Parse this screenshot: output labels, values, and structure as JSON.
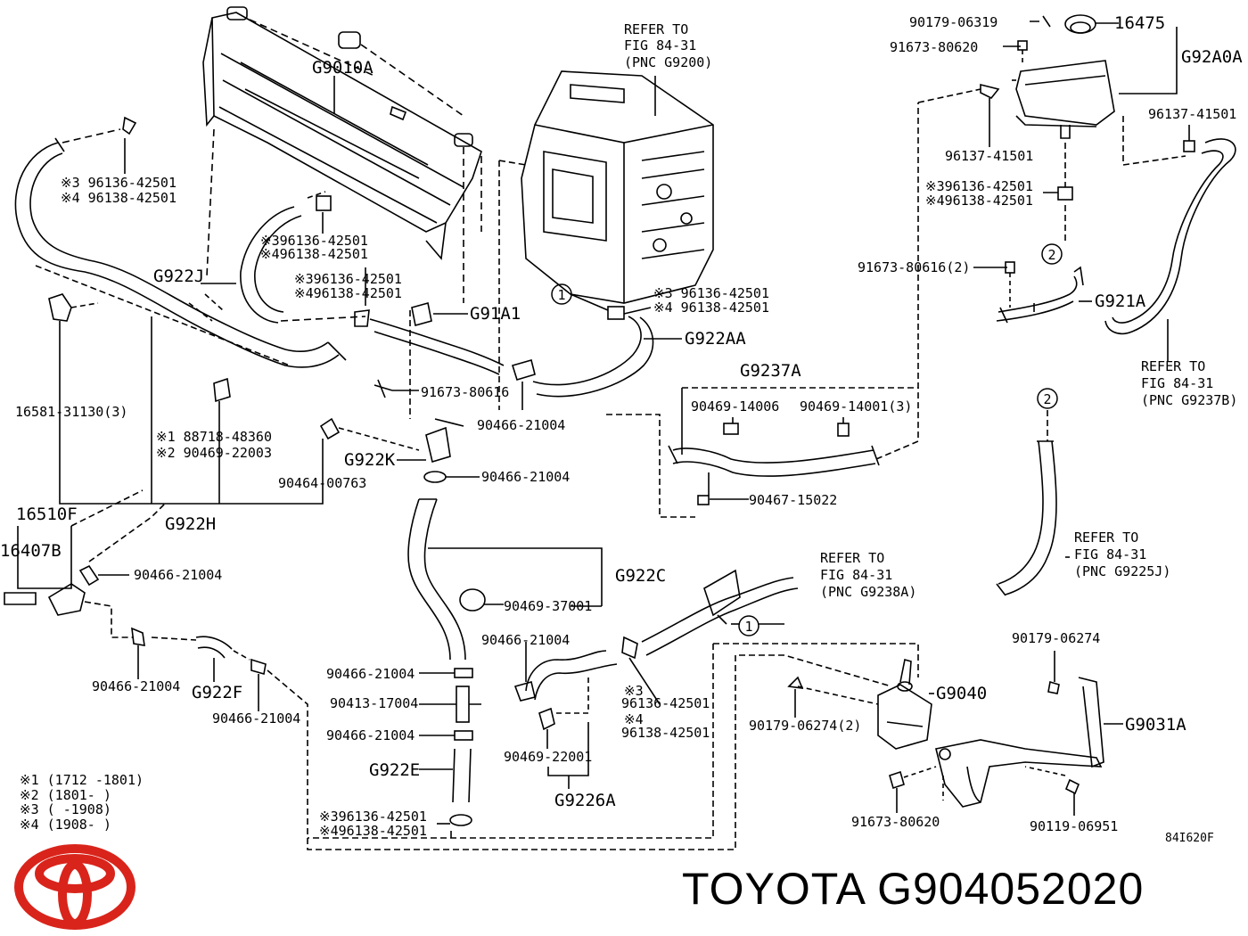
{
  "footer": {
    "title": "TOYOTA G904052020",
    "brand_logo_icon": "toyota-logo-icon",
    "illustration_code": "84I620F"
  },
  "notes": [
    "※1 (1712  -1801)",
    "※2 (1801-      )",
    "※3 (       -1908)",
    "※4 (1908-      )"
  ],
  "callouts": {
    "c1": "1",
    "c2": "2"
  },
  "labels": {
    "p90179_06319": "90179-06319",
    "p16475": "16475",
    "p91673_80620_top": "91673-80620",
    "pG92A0A": "G92A0A",
    "p96137_41501_right": "96137-41501",
    "p96137_41501_center": "96137-41501",
    "p96136_tank_a": "※396136-42501",
    "p96138_tank_b": "※496138-42501",
    "p91673_80616_2": "91673-80616(2)",
    "pG921A": "G921A",
    "refer_9237b_1": "REFER TO",
    "refer_9237b_2": "FIG 84-31",
    "refer_9237b_3": "(PNC G9237B)",
    "refer_9200_1": "REFER TO",
    "refer_9200_2": "FIG 84-31",
    "refer_9200_3": "(PNC G9200)",
    "pG9010A": "G9010A",
    "p96136_left_a": "※3 96136-42501",
    "p96138_left_b": "※4 96138-42501",
    "p96136_mid_a": "※396136-42501",
    "p96138_mid_b": "※496138-42501",
    "pG922J": "G922J",
    "p96136_g91_a": "※396136-42501",
    "p96138_g91_b": "※496138-42501",
    "pG91A1": "G91A1",
    "p96136_inv_a": "※3 96136-42501",
    "p96138_inv_b": "※4 96138-42501",
    "pG922AA": "G922AA",
    "p91673_80616": "91673-80616",
    "pG9237A": "G9237A",
    "p90469_14006": "90469-14006",
    "p90469_14001_3": "90469-14001(3)",
    "p16581_31130_3": "16581-31130(3)",
    "p88718_48360": "※1 88718-48360",
    "p90469_22003": "※2 90469-22003",
    "p90466_21004_a": "90466-21004",
    "pG922K": "G922K",
    "p90466_21004_b": "90466-21004",
    "p90464_00763": "90464-00763",
    "p90467_15022": "90467-15022",
    "p16510F": "16510F",
    "pG922H": "G922H",
    "p16407B": "16407B",
    "p90466_21004_c": "90466-21004",
    "pG922C": "G922C",
    "refer_9238a_1": "REFER TO",
    "refer_9238a_2": "FIG 84-31",
    "refer_9238a_3": "(PNC G9238A)",
    "refer_9225j_1": "REFER TO",
    "refer_9225j_2": "FIG 84-31",
    "refer_9225j_3": "(PNC G9225J)",
    "p90469_37001": "90469-37001",
    "p90466_21004_d": "90466-21004",
    "p90179_06274": "90179-06274",
    "p90466_21004_e": "90466-21004",
    "pG922F": "G922F",
    "p90466_21004_f": "90466-21004",
    "p90466_21004_g": "90466-21004",
    "p90413_17004": "90413-17004",
    "p90466_21004_h": "90466-21004",
    "p96136_bot_a": "※3",
    "p96136_bot_a2": "96136-42501",
    "p96138_bot_b": "※4",
    "p96138_bot_b2": "96138-42501",
    "pG9040": "G9040",
    "p90179_06274_2": "90179-06274(2)",
    "pG9031A": "G9031A",
    "pG922E": "G922E",
    "p90469_22001": "90469-22001",
    "pG9226A": "G9226A",
    "p96136_low_a": "※396136-42501",
    "p96138_low_b": "※496138-42501",
    "p91673_80620_bot": "91673-80620",
    "p90119_06951": "90119-06951"
  },
  "colors": {
    "ink": "#000000",
    "logo_red": "#d9241b",
    "background": "#ffffff"
  }
}
